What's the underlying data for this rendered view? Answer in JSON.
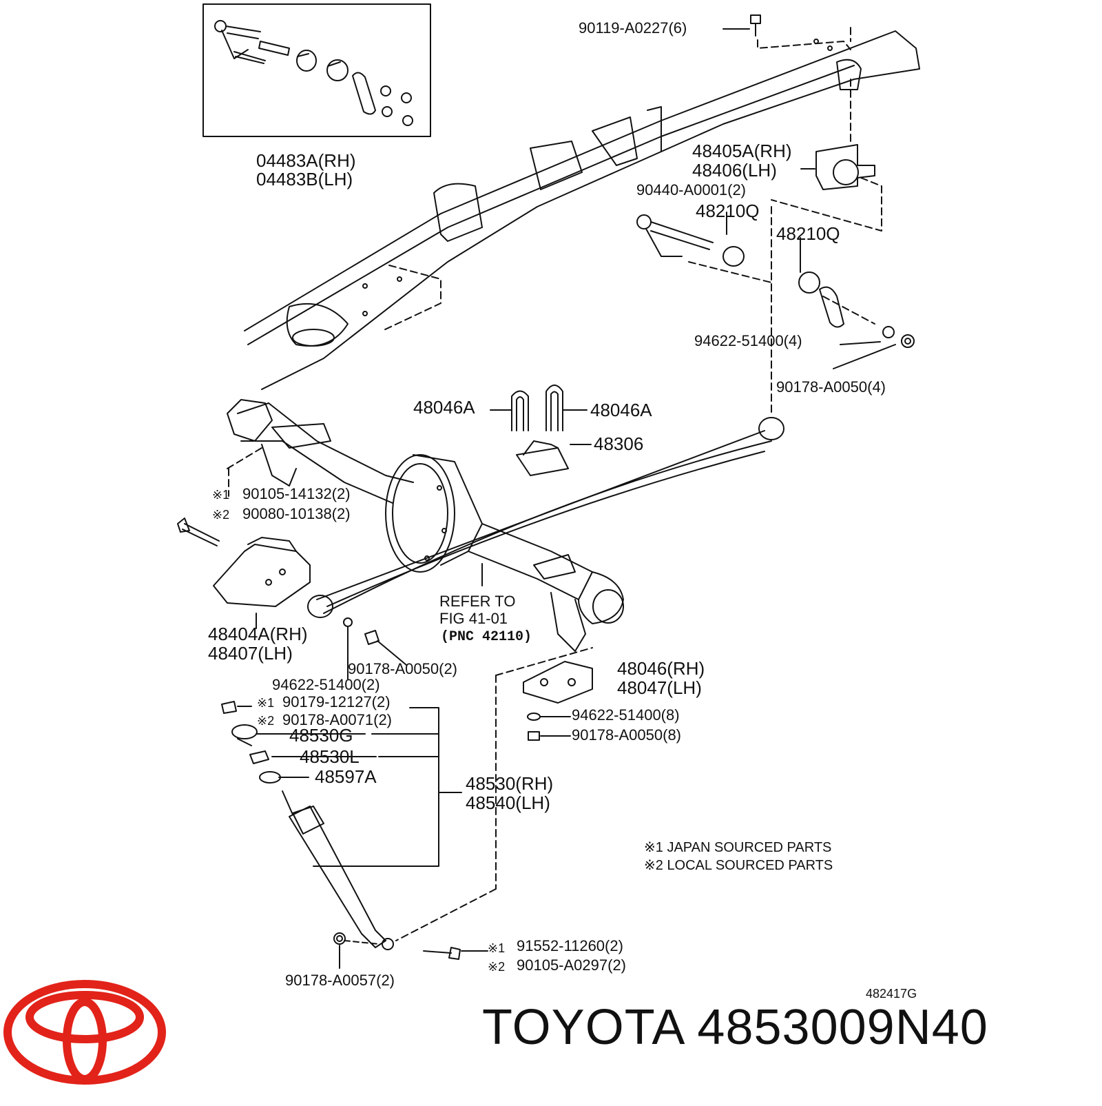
{
  "diagram": {
    "labels": {
      "kit_rh": "04483A(RH)",
      "kit_lh": "04483B(LH)",
      "bolt_top": "90119-A0227(6)",
      "hanger_rh": "48405A(RH)",
      "hanger_lh": "48406(LH)",
      "shackle_pin": "90440-A0001(2)",
      "bushing_1": "48210Q",
      "bushing_2": "48210Q",
      "washer_4": "94622-51400(4)",
      "nut_4": "90178-A0050(4)",
      "ubolt_left": "48046A",
      "ubolt_right": "48046A",
      "spacer": "48306",
      "bolt_j1_mark": "※1",
      "bolt_j1": "90105-14132(2)",
      "bolt_l2_mark": "※2",
      "bolt_l2": "90080-10138(2)",
      "bracket_rh": "48404A(RH)",
      "bracket_lh": "48407(LH)",
      "refer_1": "REFER TO",
      "refer_2": "FIG 41-01",
      "refer_3": "(PNC 42110)",
      "nut_2": "90178-A0050(2)",
      "washer_2": "94622-51400(2)",
      "nut_j1_mark": "※1",
      "nut_j1": "90179-12127(2)",
      "nut_l2_mark": "※2",
      "nut_l2": "90178-A0071(2)",
      "cushion_g": "48530G",
      "cushion_l": "48530L",
      "retainer": "48597A",
      "plate_rh": "48046(RH)",
      "plate_lh": "48047(LH)",
      "washer_8": "94622-51400(8)",
      "nut_8": "90178-A0050(8)",
      "absorber_rh": "48530(RH)",
      "absorber_lh": "48540(LH)",
      "legend_1": "※1 JAPAN SOURCED PARTS",
      "legend_2": "※2 LOCAL SOURCED PARTS",
      "bolt_j1b_mark": "※1",
      "bolt_j1b": "91552-11260(2)",
      "bolt_l2b_mark": "※2",
      "bolt_l2b": "90105-A0297(2)",
      "nut_bottom": "90178-A0057(2)",
      "figure_code": "482417G"
    }
  },
  "brand": {
    "caption": "TOYOTA 4853009N40",
    "logo_color": "#e2231a"
  },
  "colors": {
    "line": "#111111",
    "background": "#ffffff"
  }
}
